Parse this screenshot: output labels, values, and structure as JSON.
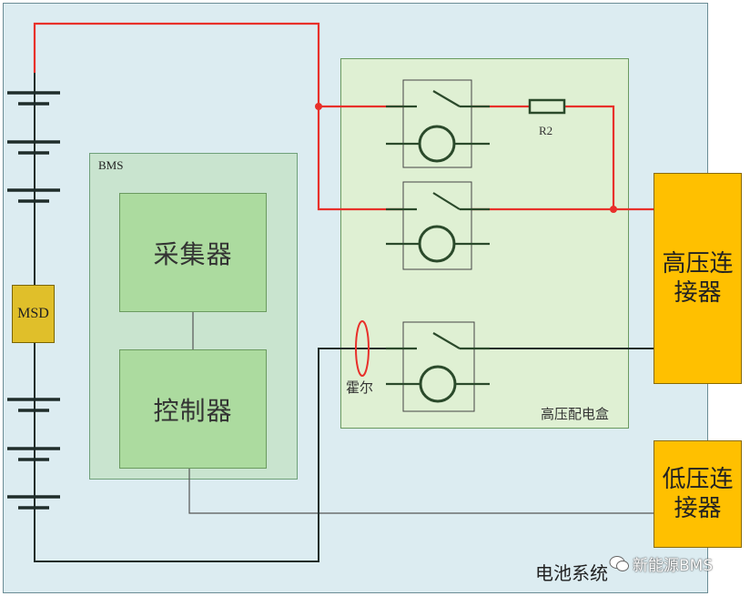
{
  "diagram": {
    "bms_label": "BMS",
    "collector_label": "采集器",
    "controller_label": "控制器",
    "hv_box_label": "高压配电盒",
    "hv_connector_label": "高压连接器",
    "lv_connector_label": "低压连接器",
    "msd_label": "MSD",
    "resistor_label": "R2",
    "hall_label": "霍尔",
    "battery_system_label": "电池系统",
    "watermark_text": "新能源BMS"
  },
  "colors": {
    "hv_positive_wire": "#e8302a",
    "negative_wire": "#1f2d2a",
    "signal_wire": "#555555",
    "switch_color": "#2b4a2b"
  }
}
